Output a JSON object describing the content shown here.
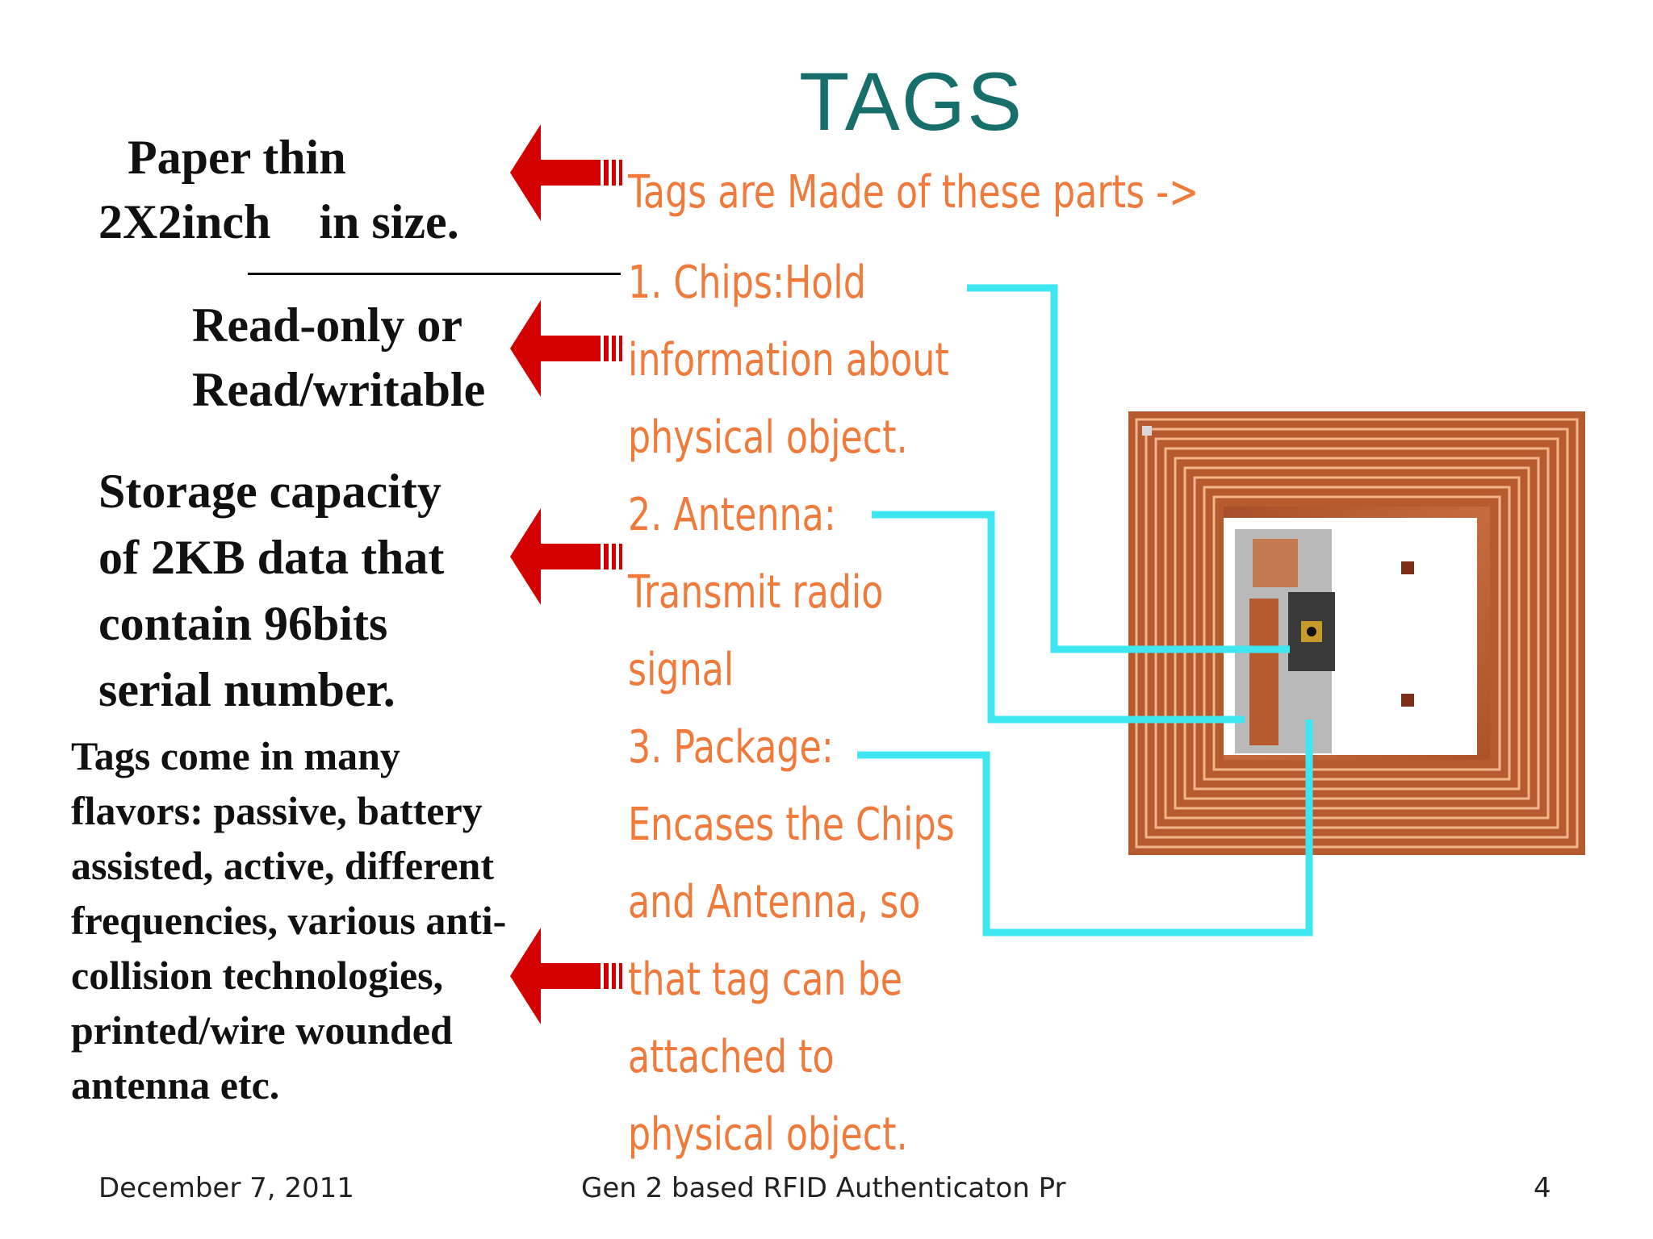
{
  "slide": {
    "title": "TAGS",
    "left_points": {
      "paper_thin": [
        "Paper thin",
        "2X2inch    in size."
      ],
      "read_only": [
        "Read-only or",
        "Read/writable"
      ],
      "storage": [
        "Storage capacity",
        "of 2KB data that",
        "contain 96bits",
        "serial number."
      ],
      "flavors": [
        "Tags come in many",
        "flavors: passive, battery",
        "assisted, active, different",
        "frequencies, various anti-",
        "collision technologies,",
        "printed/wire wounded",
        "antenna etc."
      ]
    },
    "figure_text": {
      "intro": "Tags are Made of these parts ->",
      "chips": [
        "1. Chips:Hold",
        "information about",
        "physical object."
      ],
      "antenna": [
        "2. Antenna:",
        "Transmit radio",
        "signal"
      ],
      "package": [
        "3. Package:",
        "Encases the Chips",
        "and Antenna, so",
        "that tag can be",
        "attached to",
        "physical object."
      ]
    },
    "footer": {
      "date": "December 7, 2011",
      "center": "Gen 2 based RFID Authenticaton Pr",
      "page": "4"
    },
    "colors": {
      "title": "#176f6c",
      "arrow": "#d40000",
      "callout_text": "#f07a3c",
      "connector": "#3ee6f2",
      "coil": "#c8643a"
    },
    "icons": [
      "red-arrow-icon",
      "rfid-tag-image"
    ]
  }
}
